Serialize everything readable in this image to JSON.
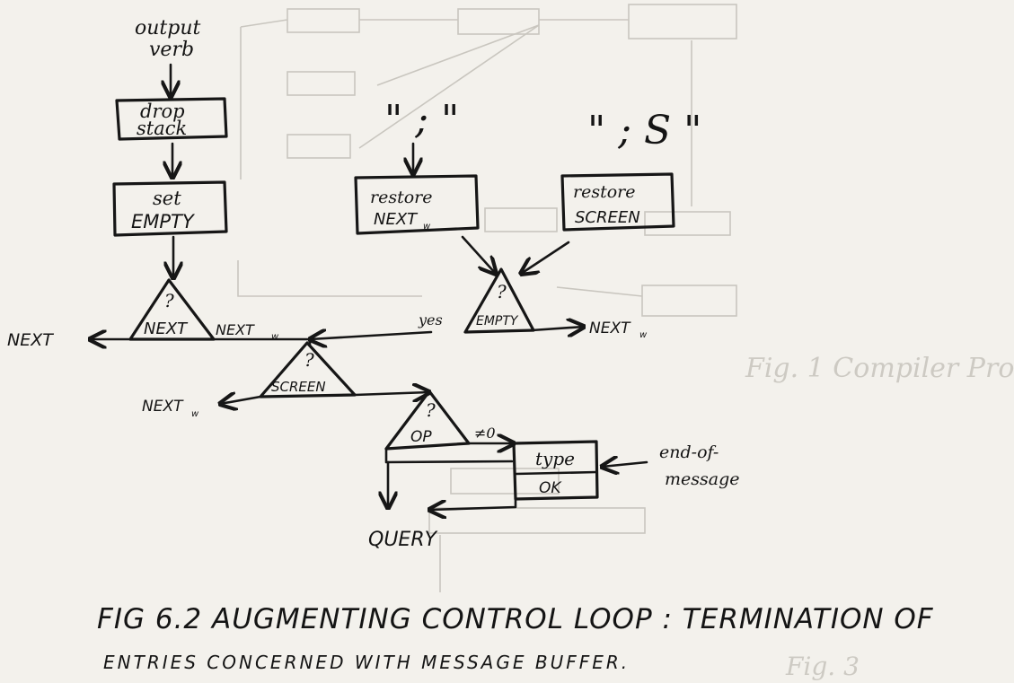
{
  "nodes": {
    "output_verb": [
      "output",
      "verb"
    ],
    "drop_stack": [
      "drop",
      "stack"
    ],
    "set_empty": [
      "set",
      "EMPTY"
    ],
    "restore_nextw": [
      "restore",
      "NEXT"
    ],
    "restore_nextw_sub": "w",
    "restore_screen": [
      "restore",
      "SCREEN"
    ],
    "semi_quote": "\" ; \"",
    "semi_s_quote": "\" ; S \"",
    "q_next": [
      "?",
      "NEXT"
    ],
    "q_empty": [
      "?",
      "EMPTY"
    ],
    "q_screen": [
      "?",
      "SCREEN"
    ],
    "q_op": [
      "?",
      "OP"
    ],
    "type_ok": [
      "type",
      "OK"
    ],
    "end_of_message": [
      "end-of-",
      "message"
    ]
  },
  "edges": {
    "next": "NEXT",
    "nextw": "NEXT",
    "nextw_sub": "w",
    "yes": "yes",
    "not_zero": "≠0",
    "query": "QUERY"
  },
  "caption": {
    "line1": "FIG 6.2   AUGMENTING CONTROL LOOP : TERMINATION OF",
    "line2": "ENTRIES CONCERNED WITH MESSAGE BUFFER."
  }
}
